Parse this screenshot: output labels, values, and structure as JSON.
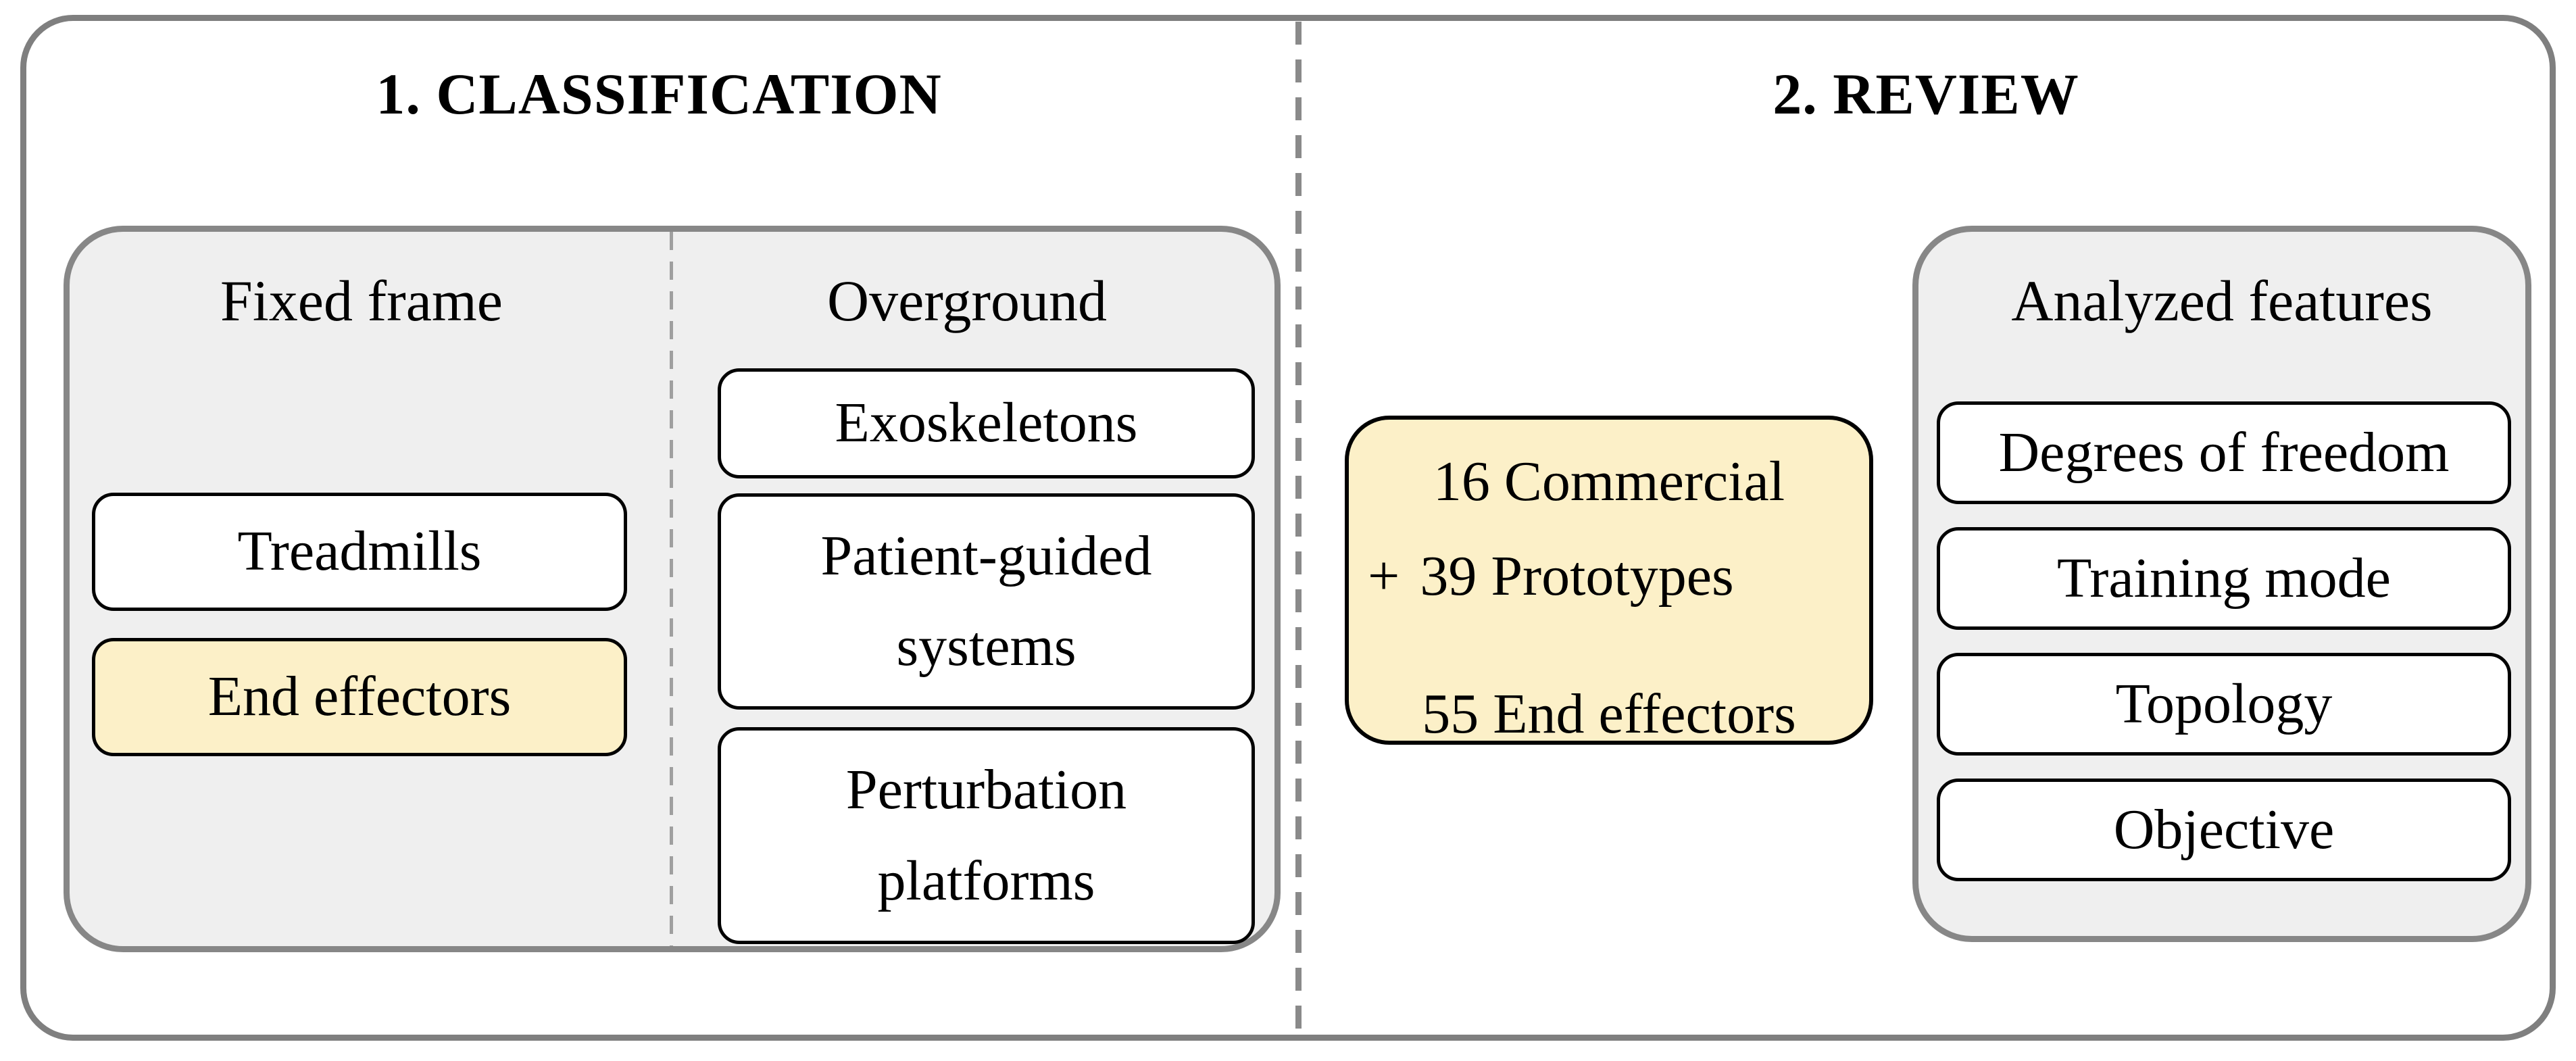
{
  "figure": {
    "type": "two-stage review flow diagram"
  },
  "colors": {
    "panel_bg": "#efefef",
    "panel_border": "#878787",
    "outer_border": "#7f7f7f",
    "box_border": "#000000",
    "highlight_bg": "#fcf0c8",
    "white_bg": "#ffffff",
    "dash_color": "#8a8a8a",
    "inner_dash_color": "#9f9f9f",
    "text_color": "#000000"
  },
  "classification": {
    "title": "1. CLASSIFICATION",
    "fixed_frame": {
      "header": "Fixed frame",
      "items": [
        {
          "label": "Treadmills",
          "highlight": false
        },
        {
          "label": "End effectors",
          "highlight": true
        }
      ]
    },
    "overground": {
      "header": "Overground",
      "items": [
        {
          "label": "Exoskeletons"
        },
        {
          "label": "Patient-guided systems"
        },
        {
          "label": "Perturbation platforms"
        }
      ]
    }
  },
  "review": {
    "title": "2. REVIEW",
    "tally": {
      "commercial": "16 Commercial",
      "plus": "+",
      "prototypes": "39 Prototypes",
      "total": "55 End effectors"
    },
    "features": {
      "header": "Analyzed features",
      "items": [
        {
          "label": "Degrees of freedom"
        },
        {
          "label": "Training mode"
        },
        {
          "label": "Topology"
        },
        {
          "label": "Objective"
        }
      ]
    }
  }
}
